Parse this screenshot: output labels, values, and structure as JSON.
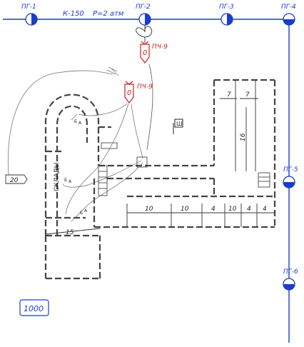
{
  "hydrants": [
    {
      "label": "ПГ-1"
    },
    {
      "label": "ПГ-2"
    },
    {
      "label": "ПГ-3"
    },
    {
      "label": "ПГ-4"
    },
    {
      "label": "ПГ-5"
    },
    {
      "label": "ПГ-6"
    }
  ],
  "main_line": {
    "label": "К-150",
    "pressure": "Р=2 атм"
  },
  "trucks": [
    {
      "label": "ПЧ-9",
      "value": "0"
    },
    {
      "label": "ПЧ-9",
      "value": "0"
    }
  ],
  "warehouse_label": "СКЛАДЫ",
  "dims": [
    "7",
    "7",
    "16",
    "10",
    "10",
    "4",
    "10",
    "4",
    "4",
    "15"
  ],
  "hose_labels": [
    "Б",
    "А",
    "Б",
    "А",
    "Б",
    "А"
  ],
  "flag_label": "Ш",
  "ladder_label": "20",
  "scale_label": "1000",
  "colors": {
    "pipe": "#1a3ccf",
    "truck": "#d02020",
    "ink": "#333333"
  }
}
